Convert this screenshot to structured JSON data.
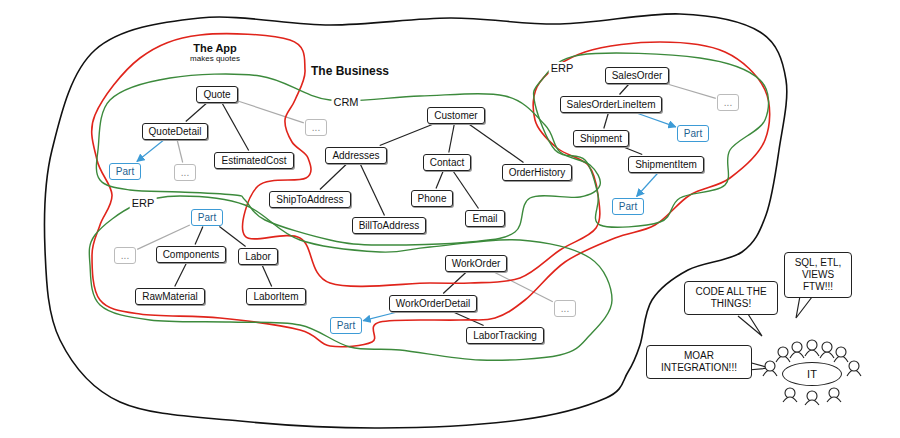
{
  "diagram": {
    "nodes": [
      {
        "text": [
          "The Business"
        ]
      },
      {
        "text": [
          "The App",
          "makes quotes"
        ],
        "in": 0
      },
      {
        "text": [
          "CRM"
        ],
        "in": 0
      },
      {
        "text": [
          "ERP"
        ],
        "in": 0
      },
      {
        "text": [
          "ERP"
        ],
        "in": 0
      },
      {
        "text": [
          "Quote"
        ],
        "in": 2
      },
      {
        "text": [
          "..."
        ],
        "in": 2
      },
      {
        "text": [
          "QuoteDetail"
        ],
        "in": 2
      },
      {
        "text": [
          "EstimatedCost"
        ],
        "in": 2
      },
      {
        "text": [
          "Part"
        ],
        "in": 2
      },
      {
        "text": [
          "..."
        ],
        "in": 2
      },
      {
        "text": [
          "Customer"
        ],
        "in": 2
      },
      {
        "text": [
          "Addresses"
        ],
        "in": 2
      },
      {
        "text": [
          "Contact"
        ],
        "in": 2
      },
      {
        "text": [
          "OrderHistory"
        ],
        "in": 2
      },
      {
        "text": [
          "ShipToAddress"
        ],
        "in": 2
      },
      {
        "text": [
          "Phone"
        ],
        "in": 2
      },
      {
        "text": [
          "BillToAddress"
        ],
        "in": 2
      },
      {
        "text": [
          "Email"
        ],
        "in": 2
      },
      {
        "text": [
          "SalesOrder"
        ],
        "in": 3
      },
      {
        "text": [
          "..."
        ],
        "in": 3
      },
      {
        "text": [
          "SalesOrderLineItem"
        ],
        "in": 3
      },
      {
        "text": [
          "Part"
        ],
        "in": 3
      },
      {
        "text": [
          "Shipment"
        ],
        "in": 3
      },
      {
        "text": [
          "ShipmentItem"
        ],
        "in": 3
      },
      {
        "text": [
          "Part"
        ],
        "in": 3
      },
      {
        "text": [
          "Part"
        ],
        "in": 4
      },
      {
        "text": [
          "..."
        ],
        "in": 4
      },
      {
        "text": [
          "Components"
        ],
        "in": 4
      },
      {
        "text": [
          "Labor"
        ],
        "in": 4
      },
      {
        "text": [
          "RawMaterial"
        ],
        "in": 4
      },
      {
        "text": [
          "LaborItem"
        ],
        "in": 4
      },
      {
        "text": [
          "WorkOrder"
        ],
        "in": 4
      },
      {
        "text": [
          "WorkOrderDetail"
        ],
        "in": 4
      },
      {
        "text": [
          "..."
        ],
        "in": 4
      },
      {
        "text": [
          "Part"
        ],
        "in": 4
      },
      {
        "text": [
          "LaborTracking"
        ],
        "in": 4
      },
      {
        "text": [
          "SQL, ETL, VIEWS FTW!!!"
        ]
      },
      {
        "text": [
          "CODE ALL THE THINGS!"
        ]
      },
      {
        "text": [
          "MOAR INTEGRATION!!!"
        ]
      },
      {
        "text": [
          "IT"
        ]
      }
    ],
    "edges": [
      {
        "from": 5,
        "to": 6,
        "arrow": "none"
      },
      {
        "from": 5,
        "to": 7,
        "arrow": "none"
      },
      {
        "from": 5,
        "to": 8,
        "arrow": "none"
      },
      {
        "from": 7,
        "to": 9,
        "arrow": "to"
      },
      {
        "from": 7,
        "to": 10,
        "arrow": "none"
      },
      {
        "from": 11,
        "to": 12,
        "arrow": "none"
      },
      {
        "from": 11,
        "to": 13,
        "arrow": "none"
      },
      {
        "from": 11,
        "to": 14,
        "arrow": "none"
      },
      {
        "from": 12,
        "to": 15,
        "arrow": "none"
      },
      {
        "from": 12,
        "to": 17,
        "arrow": "none"
      },
      {
        "from": 13,
        "to": 16,
        "arrow": "none"
      },
      {
        "from": 13,
        "to": 18,
        "arrow": "none"
      },
      {
        "from": 19,
        "to": 21,
        "arrow": "none"
      },
      {
        "from": 19,
        "to": 20,
        "arrow": "none"
      },
      {
        "from": 21,
        "to": 22,
        "arrow": "to"
      },
      {
        "from": 21,
        "to": 23,
        "arrow": "none"
      },
      {
        "from": 23,
        "to": 24,
        "arrow": "none"
      },
      {
        "from": 24,
        "to": 25,
        "arrow": "to"
      },
      {
        "from": 26,
        "to": 27,
        "arrow": "none"
      },
      {
        "from": 26,
        "to": 28,
        "arrow": "none"
      },
      {
        "from": 26,
        "to": 29,
        "arrow": "none"
      },
      {
        "from": 28,
        "to": 30,
        "arrow": "none"
      },
      {
        "from": 29,
        "to": 31,
        "arrow": "none"
      },
      {
        "from": 32,
        "to": 33,
        "arrow": "none"
      },
      {
        "from": 32,
        "to": 34,
        "arrow": "none"
      },
      {
        "from": 33,
        "to": 35,
        "arrow": "to"
      },
      {
        "from": 33,
        "to": 36,
        "arrow": "none"
      }
    ]
  }
}
